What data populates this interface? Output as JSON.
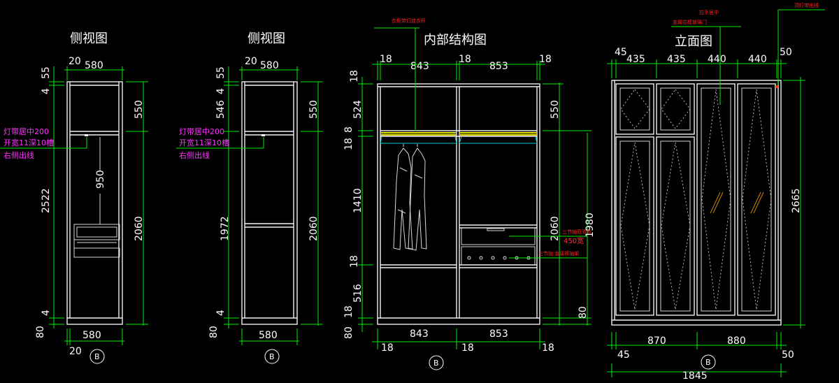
{
  "titles": {
    "side_view_1": "侧视图",
    "side_view_2": "侧视图",
    "internal_structure": "内部结构图",
    "elevation": "立面图"
  },
  "side_view_1": {
    "top_dims": [
      "20",
      "580"
    ],
    "bottom_dims": [
      "580",
      "20"
    ],
    "left_dims": [
      "55",
      "4",
      "2522",
      "4",
      "80"
    ],
    "right_dims": [
      "550",
      "2060"
    ],
    "inner_dim": "950",
    "notes": [
      "灯带居中200",
      "开宽11深10槽",
      "右侧出线"
    ],
    "section_mark": "B"
  },
  "side_view_2": {
    "top_dims": [
      "20",
      "580"
    ],
    "bottom_dims": [
      "580"
    ],
    "left_dims": [
      "55",
      "4",
      "546",
      "1972",
      "4",
      "80"
    ],
    "right_dims": [
      "550",
      "2060"
    ],
    "notes": [
      "灯带居中200",
      "开宽11深10槽",
      "右侧出线"
    ],
    "section_mark": "B"
  },
  "internal": {
    "top_dims": [
      "18",
      "843",
      "18",
      "853",
      "18"
    ],
    "bottom_dims": [
      "843",
      "853"
    ],
    "bottom_dims_2": [
      "18",
      "18",
      "18"
    ],
    "left_dims": [
      "18",
      "524",
      "8",
      "18",
      "1410",
      "18",
      "516",
      "18",
      "80"
    ],
    "right_dims": [
      "550",
      "2060",
      "1980",
      "80"
    ],
    "notes": [
      "衣柜带灯挂衣杆",
      "三节抽屉滑轨",
      "450宽",
      "三节抽 金属裤抽架"
    ],
    "section_mark": "B"
  },
  "elevation": {
    "top_dims": [
      "45",
      "435",
      "435",
      "440",
      "440",
      "50"
    ],
    "bottom_dims": [
      "45",
      "870",
      "880",
      "50"
    ],
    "total_width": "1845",
    "right_dims": [
      "2665"
    ],
    "notes": [
      "金属铝框玻璃门",
      "拉手居中",
      "顶灯带出线"
    ],
    "section_mark": "B"
  }
}
